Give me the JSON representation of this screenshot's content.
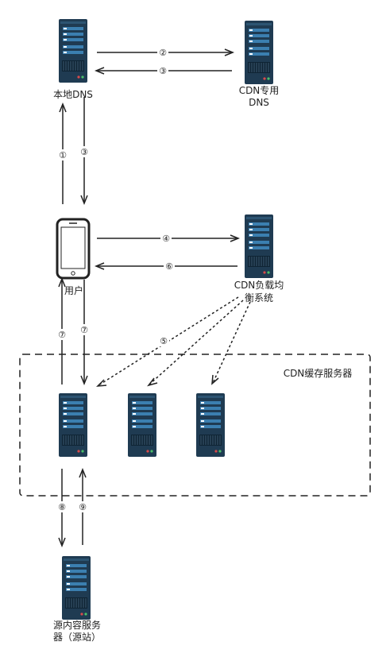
{
  "labels": {
    "local_dns": "本地DNS",
    "cdn_dns_line1": "CDN专用",
    "cdn_dns_line2": "DNS",
    "user": "用户",
    "slb_line1": "CDN负载均",
    "slb_line2": "衡系统",
    "cache_group": "CDN缓存服务器",
    "origin_line1": "源内容服务",
    "origin_line2": "器（源站）"
  },
  "steps": {
    "s1": "①",
    "s2": "②",
    "s3": "③",
    "s4": "④",
    "s5": "⑤",
    "s6": "⑥",
    "s7": "⑦",
    "s8": "⑧",
    "s9": "⑨"
  },
  "colors": {
    "server_body": "#1f3b52",
    "server_screen": "#3b7fb0",
    "line": "#222222",
    "phone_frame": "#222222"
  }
}
